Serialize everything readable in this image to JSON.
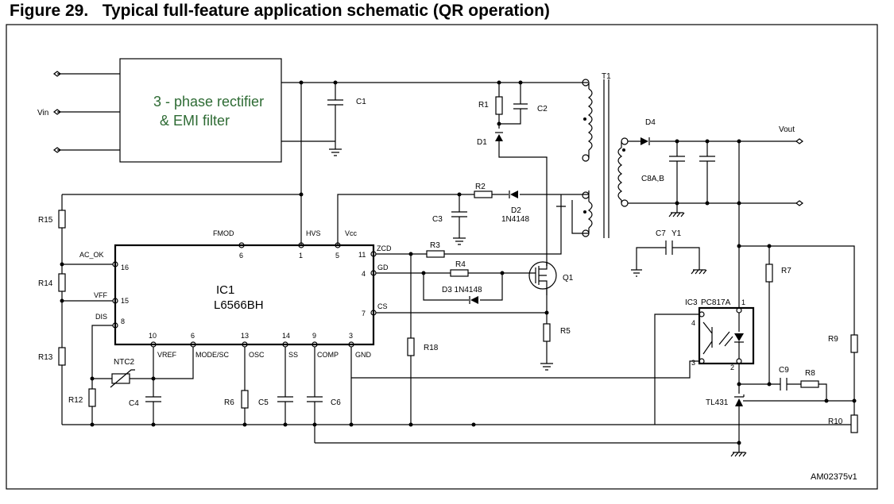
{
  "figure": {
    "title": "Figure 29.   Typical full-feature application schematic (QR operation)",
    "code": "AM02375v1"
  },
  "blocks": {
    "rectifier_line1": "3 - phase rectifier",
    "rectifier_line2": "& EMI filter",
    "ic1_ref": "IC1",
    "ic1_part": "L6566BH",
    "ic3_ref": "IC3",
    "ic3_part": "PC817A",
    "tl431": "TL431",
    "vin": "Vin",
    "vout": "Vout"
  },
  "ic1_pins": {
    "fmod": "FMOD",
    "hvs": "HVS",
    "vcc": "Vcc",
    "zcd": "ZCD",
    "gd": "GD",
    "cs": "CS",
    "ac_ok": "AC_OK",
    "vff": "VFF",
    "dis": "DIS",
    "vref": "VREF",
    "mode_sc": "MODE/SC",
    "osc": "OSC",
    "ss": "SS",
    "comp": "COMP",
    "gnd": "GND",
    "n6t": "6",
    "n1": "1",
    "n5": "5",
    "n11": "11",
    "n4": "4",
    "n7": "7",
    "n16": "16",
    "n15": "15",
    "n8": "8",
    "n10": "10",
    "n6b": "6",
    "n13": "13",
    "n14": "14",
    "n9": "9",
    "n3": "3"
  },
  "ic3_pins": {
    "p1": "1",
    "p2": "2",
    "p3": "3",
    "p4": "4"
  },
  "components": {
    "c1": "C1",
    "c2": "C2",
    "c3": "C3",
    "c4": "C4",
    "c5": "C5",
    "c6": "C6",
    "c7": "C7",
    "c8": "C8A,B",
    "c9": "C9",
    "r1": "R1",
    "r2": "R2",
    "r3": "R3",
    "r4": "R4",
    "r5": "R5",
    "r6": "R6",
    "r7": "R7",
    "r8": "R8",
    "r9": "R9",
    "r10": "R10",
    "r12": "R12",
    "r13": "R13",
    "r14": "R14",
    "r15": "R15",
    "r18": "R18",
    "d1": "D1",
    "d2": "D2",
    "d2_part": "1N4148",
    "d3": "D3 1N4148",
    "d4": "D4",
    "q1": "Q1",
    "t1": "T1",
    "y1": "Y1",
    "ntc2": "NTC2"
  }
}
